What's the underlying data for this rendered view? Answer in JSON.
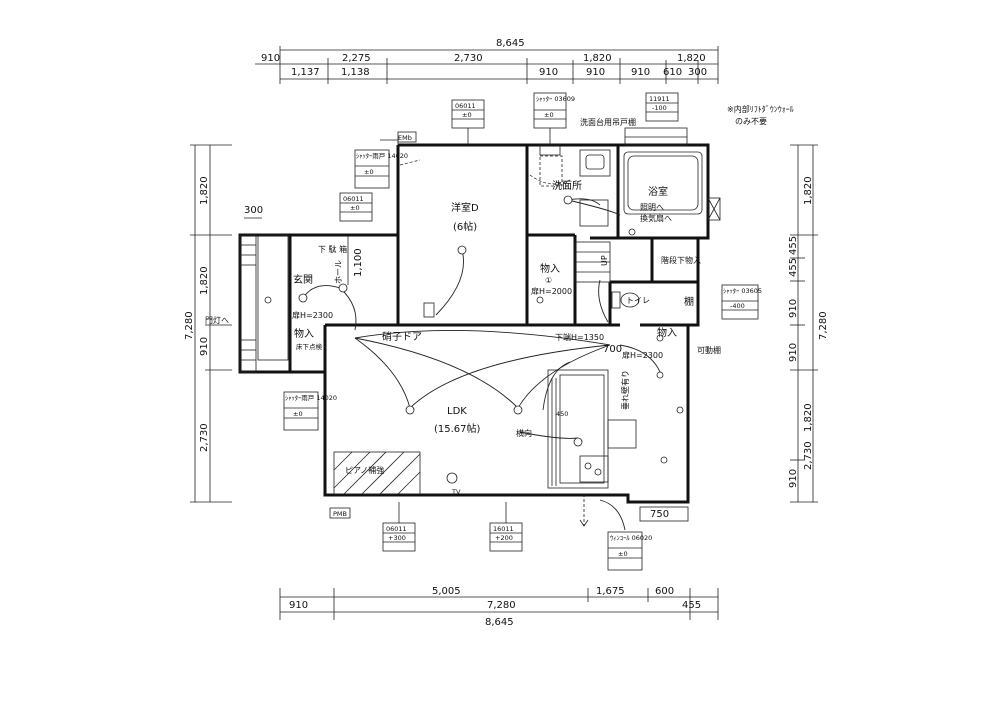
{
  "dims_top": {
    "total": "8,645",
    "row1": [
      "910",
      "2,275",
      "2,730",
      "1,820",
      "1,820"
    ],
    "row2": [
      "1,137",
      "1,138",
      "910",
      "910",
      "910",
      "610",
      "300"
    ]
  },
  "dims_bottom": {
    "row1": [
      "5,005",
      "1,675",
      "600"
    ],
    "row2": [
      "910",
      "7,280",
      "455"
    ],
    "total": "8,645"
  },
  "dims_left": [
    "1,820",
    "1,820",
    "910",
    "2,730",
    "7,280",
    "1,100",
    "300"
  ],
  "dims_right": [
    "1,820",
    "455",
    "455",
    "910",
    "910",
    "1,820",
    "910",
    "2,730",
    "7,280"
  ],
  "dims_inner": [
    "700",
    "750"
  ],
  "note": [
    "※内部ﾘﾌﾄﾀﾞｳﾝｳｫｰﾙ",
    "のみ不要"
  ],
  "rooms": {
    "yoshitsu_name": "洋室D",
    "yoshitsu_size": "(6帖)",
    "senmenjo": "洗面所",
    "yokushitsu": "浴室",
    "monoire1": "物入",
    "monoire1_sub": "①",
    "monoire1_door": "扉H=2000",
    "monoire2": "物入",
    "monoire2_door": "扉H=2300",
    "monoire3": "物入",
    "monoire3_door": "扉H=2300",
    "genkan": "玄関",
    "hall": "ホール",
    "shitabako": "下 駄 箱",
    "toilet": "トイレ",
    "tana": "棚",
    "ldk": "LDK",
    "ldk_size": "(15.67帖)"
  },
  "labels": {
    "garasu_door": "硝子ドア",
    "piano": "ピアノ補強",
    "tarekabe": "垂れ壁有り",
    "shitawaku": "下端H=1350",
    "kadoudana": "可動棚",
    "senmen_tsuri": "洗面台用吊戸棚",
    "shoumei": "照明へ",
    "kankisen": "換気扇へ",
    "yokomuki": "横向",
    "shitaya": "階段下物入",
    "up": "UP",
    "monto": "門灯へ",
    "sushi_shita": "床下点検",
    "num_450": "450",
    "emb": "EMb",
    "pmb": "PMB",
    "tv": "TV"
  },
  "windows": [
    {
      "name": "06011",
      "val": "±0"
    },
    {
      "name": "ｼｬｯﾀｰ 03609",
      "val": "±0"
    },
    {
      "name": "11911",
      "val": "-100"
    },
    {
      "name": "ｼｬｯﾀｰ雨戸 14020",
      "val": "±0"
    },
    {
      "name": "06011",
      "val": "±0"
    },
    {
      "name": "ｼｬｯﾀｰ 03605",
      "val": "-400"
    },
    {
      "name": "ｼｬｯﾀｰ雨戸 14020",
      "val": "±0"
    },
    {
      "name": "06011",
      "val": "+300"
    },
    {
      "name": "16011",
      "val": "+200"
    },
    {
      "name": "ｳｨﾝｺｰﾙ 06020",
      "val": "±0"
    }
  ]
}
